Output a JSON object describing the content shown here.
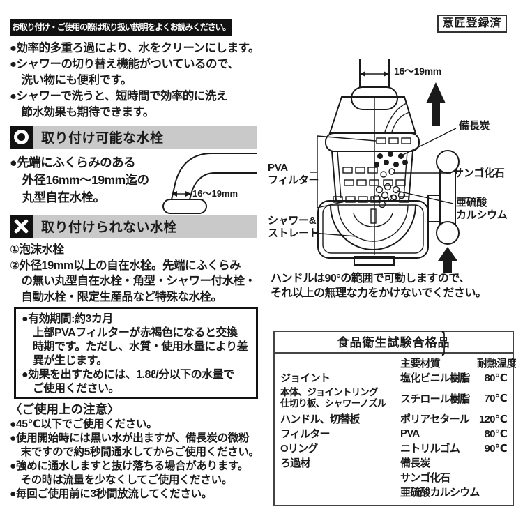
{
  "banner": {
    "text": "お取り付け・ご使用の際は取り扱い説明をよくお読みください。"
  },
  "badge": {
    "text": "意匠登録済"
  },
  "features": {
    "f1": "●効率的多重ろ過により、水をクリーンにします。",
    "f2": "●シャワーの切り替え機能がついているので、\n洗い物にも便利です。",
    "f3": "●シャワーで洗うと、短時間で効率的に洗え\n節水効果も期待できます。"
  },
  "attachable": {
    "heading": "取り付け可能な水栓",
    "note": "●先端にふくらみのある\n外径16mm〜19mm迄の\n丸型自在水栓。",
    "size_label": "16〜19mm"
  },
  "not_attachable": {
    "heading": "取り付けられない水栓",
    "item1": "①泡沫水栓",
    "item2": "②外径19mm以上の自在水栓。先端にふくらみ\nの無い丸型自在水栓・角型・シャワー付水栓・\n自動水栓・限定生産品など特殊な水栓。"
  },
  "validity": {
    "note1": "●有効期間:約3カ月\n上部PVAフィルターが赤褐色になると交換\n時期です。ただし、水質・使用水量により差\n異が生じます。",
    "note2": "●効果を出すためには、1.8ℓ/分以下の水量で\nご使用ください。"
  },
  "cautions": {
    "title": "〈ご使用上の注意〉",
    "c1": "●45℃以下でご使用ください。",
    "c2": "●使用開始時には黒い水が出ますが、備長炭の微粉\n末ですので約5秒間通水してからご使用ください。",
    "c3": "●強めに通水しますと抜け落ちる場合があります。\nその時は流量を少なくしてご使用ください。",
    "c4": "●毎回ご使用前に3秒間放流してください。"
  },
  "diagram": {
    "size_label": "16〜19mm",
    "label_binchotan": "備長炭",
    "label_pva": "PVA\nフィルター",
    "label_coral": "サンゴ化石",
    "label_calcium": "亜硫酸\nカルシウム",
    "label_shower": "シャワー&\nストレート",
    "handle_note": "ハンドルは90°の範囲で可動しますので、\nそれ以上の無理な力をかけないでください。"
  },
  "table": {
    "title": "食品衛生試験合格品",
    "col_material": "主要材質",
    "col_temp": "耐熱温度",
    "brace": "}",
    "rows": [
      {
        "part": "ジョイント",
        "material": "塩化ビニル樹脂",
        "temp": "80℃"
      },
      {
        "part": "本体、ジョイントリング\n仕切り板、シャワーノズル",
        "material": "スチロール樹脂",
        "temp": "70℃"
      },
      {
        "part": "ハンドル、切替板",
        "material": "ポリアセタール",
        "temp": "120℃"
      },
      {
        "part": "フィルター",
        "material": "PVA",
        "temp": "80℃"
      },
      {
        "part": "Oリング",
        "material": "ニトリルゴム",
        "temp": "90℃"
      },
      {
        "part": "ろ過材",
        "material": "備長炭",
        "temp": ""
      },
      {
        "part": "",
        "material": "サンゴ化石",
        "temp": ""
      },
      {
        "part": "",
        "material": "亜硫酸カルシウム",
        "temp": ""
      }
    ]
  }
}
